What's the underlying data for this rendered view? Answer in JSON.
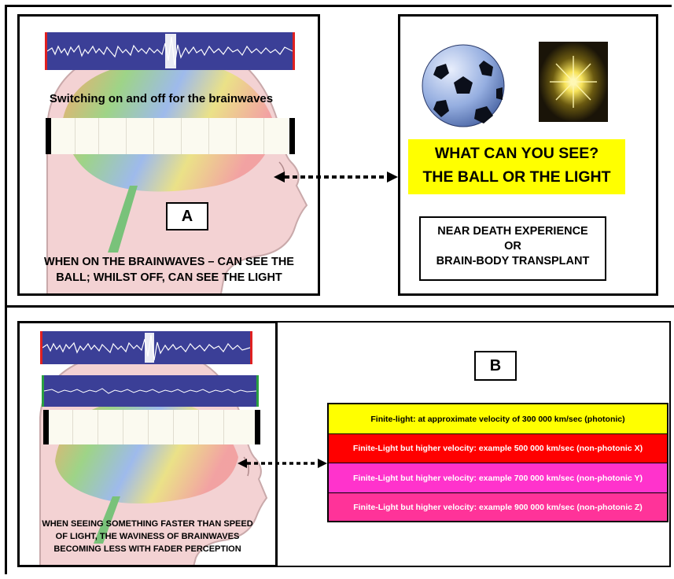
{
  "panel_a": {
    "caption_top": "Switching on and off for the brainwaves",
    "label": "A",
    "caption_bottom_line1": "WHEN ON THE BRAINWAVES – CAN SEE THE",
    "caption_bottom_line2": "BALL; WHILST OFF, CAN SEE THE LIGHT"
  },
  "panel_a_right": {
    "question_line1": "WHAT CAN YOU SEE?",
    "question_line2": "THE BALL OR THE LIGHT",
    "box_line1": "NEAR DEATH EXPERIENCE",
    "box_line2": "OR",
    "box_line3": "BRAIN-BODY TRANSPLANT",
    "ball_icon": "soccer-ball",
    "light_icon": "light-burst"
  },
  "panel_b": {
    "label": "B",
    "caption_line1": "WHEN SEEING SOMETHING FASTER THAN SPEED",
    "caption_line2": "OF LIGHT, THE WAVINESS OF BRAINWAVES",
    "caption_line3": "BECOMING LESS WITH FADER PERCEPTION",
    "velocities": [
      {
        "text": "Finite-light: at approximate velocity of 300 000 km/sec (photonic)",
        "color": "#ffff00"
      },
      {
        "text": "Finite-Light but higher velocity: example 500 000 km/sec (non-photonic X)",
        "color": "#ff0000"
      },
      {
        "text": "Finite-Light but higher velocity: example 700 000 km/sec (non-photonic Y)",
        "color": "#ff33cc"
      },
      {
        "text": "Finite-Light but higher velocity: example 900 000 km/sec (non-photonic Z)",
        "color": "#ff3399"
      }
    ]
  },
  "colors": {
    "wave_bg": "#3b3f97",
    "highlight": "#ffff00",
    "head": "#f3d2d3"
  }
}
